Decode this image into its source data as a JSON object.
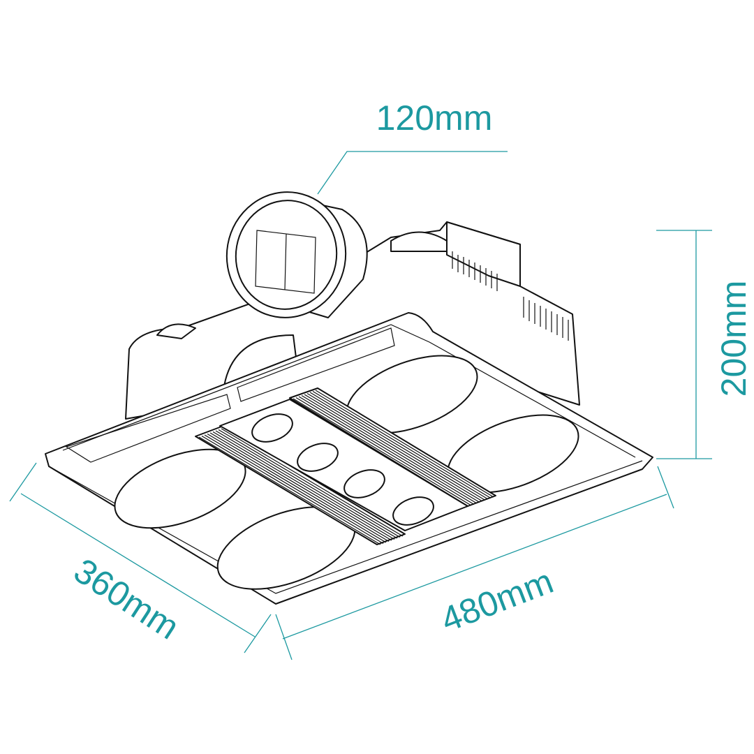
{
  "dimensions": {
    "duct_diameter": "120mm",
    "height": "200mm",
    "depth": "360mm",
    "width": "480mm"
  },
  "colors": {
    "dimension": "#1c99a0",
    "outline": "#111111"
  }
}
